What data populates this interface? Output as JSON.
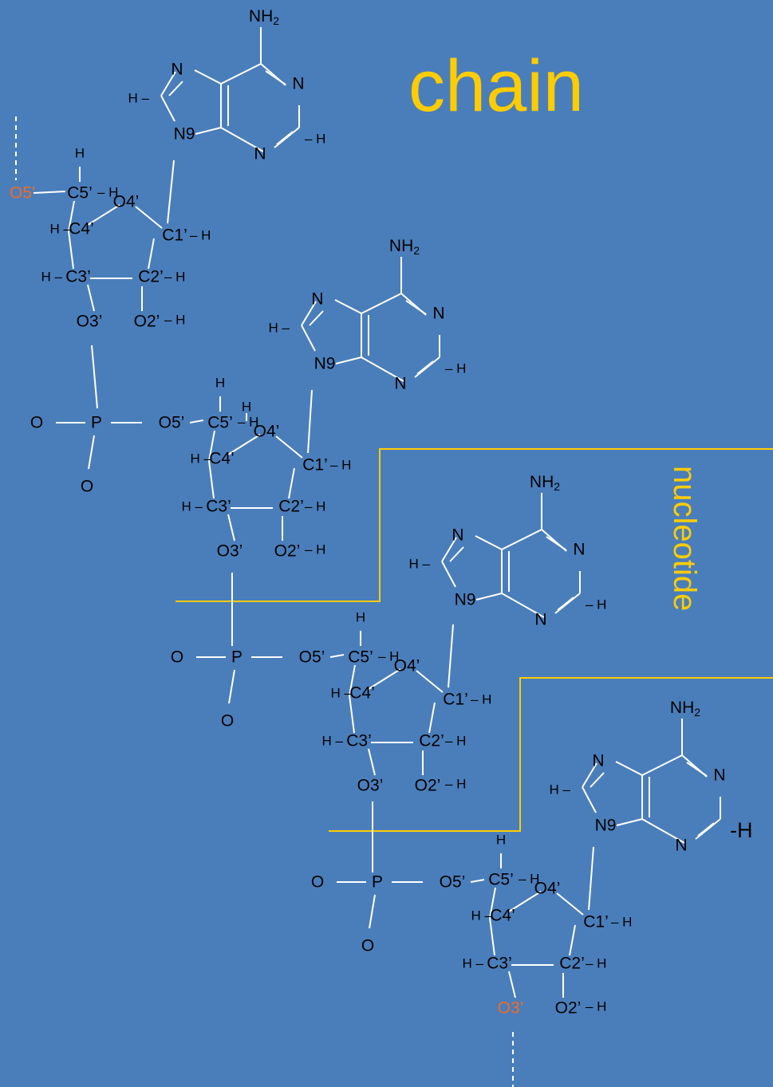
{
  "diagram": {
    "title": "chain",
    "side_label": "nucleotide",
    "colors": {
      "background": "#4a7ebb",
      "bond": "#ffffff",
      "atom_text": "#000000",
      "terminal_atom": "#f26b21",
      "accent": "#ffcc00"
    },
    "atoms": {
      "N": "N",
      "N9": "N9",
      "NH": "NH",
      "sub2": "2",
      "H": "H",
      "minus_H": "– H",
      "H_minus": "H –",
      "dash_H": "-H",
      "C5p": "C5’",
      "C4p": "C4’",
      "C3p": "C3’",
      "C2p": "C2’",
      "C1p": "C1’",
      "O4p": "O4’",
      "O3p": "O3’",
      "O2p": "O2’",
      "O5p": "O5’",
      "O5": "O5'",
      "O3": "O3'",
      "P": "P",
      "O": "O"
    }
  }
}
